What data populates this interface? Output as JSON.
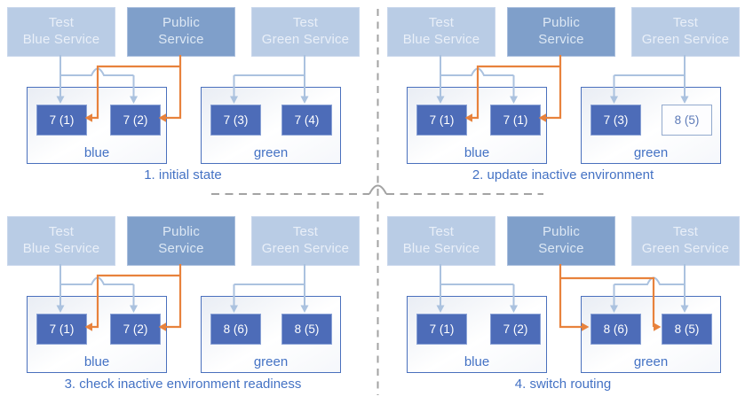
{
  "colors": {
    "test_service_fill": "#b9cce5",
    "test_service_text": "#e9eff8",
    "public_service_fill": "#7f9fca",
    "public_service_text": "#dde8f4",
    "pod_fill": "#4d6cb8",
    "pod_border": "#8aa2d6",
    "pod_text": "#ffffff",
    "ghost_pod_fill": "#fdfdff",
    "ghost_pod_border": "#92a9cd",
    "ghost_pod_text": "#5d7ab8",
    "env_border": "#4a70bd",
    "env_label": "#4472c4",
    "caption": "#4472c4",
    "arrow_light": "#abc2df",
    "arrow_orange": "#e8823c",
    "divider": "#a3a3a3"
  },
  "panels": [
    {
      "caption": "1. initial state",
      "public_service_routes_to": "blue",
      "services": [
        {
          "lines": [
            "Test",
            "Blue Service"
          ],
          "kind": "test"
        },
        {
          "lines": [
            "Public",
            "Service"
          ],
          "kind": "public"
        },
        {
          "lines": [
            "Test",
            "Green Service"
          ],
          "kind": "test"
        }
      ],
      "environments": [
        {
          "name": "blue",
          "pods": [
            {
              "label": "7 (1)",
              "ghost": false
            },
            {
              "label": "7 (2)",
              "ghost": false
            }
          ]
        },
        {
          "name": "green",
          "pods": [
            {
              "label": "7 (3)",
              "ghost": false
            },
            {
              "label": "7 (4)",
              "ghost": false
            }
          ]
        }
      ]
    },
    {
      "caption": "2. update inactive environment",
      "public_service_routes_to": "blue",
      "services": [
        {
          "lines": [
            "Test",
            "Blue Service"
          ],
          "kind": "test"
        },
        {
          "lines": [
            "Public",
            "Service"
          ],
          "kind": "public"
        },
        {
          "lines": [
            "Test",
            "Green Service"
          ],
          "kind": "test"
        }
      ],
      "environments": [
        {
          "name": "blue",
          "pods": [
            {
              "label": "7 (1)",
              "ghost": false
            },
            {
              "label": "7 (1)",
              "ghost": false
            }
          ]
        },
        {
          "name": "green",
          "pods": [
            {
              "label": "7 (3)",
              "ghost": false
            },
            {
              "label": "8 (5)",
              "ghost": true
            }
          ]
        }
      ]
    },
    {
      "caption": "3. check inactive environment readiness",
      "public_service_routes_to": "blue",
      "services": [
        {
          "lines": [
            "Test",
            "Blue Service"
          ],
          "kind": "test"
        },
        {
          "lines": [
            "Public",
            "Service"
          ],
          "kind": "public"
        },
        {
          "lines": [
            "Test",
            "Green Service"
          ],
          "kind": "test"
        }
      ],
      "environments": [
        {
          "name": "blue",
          "pods": [
            {
              "label": "7 (1)",
              "ghost": false
            },
            {
              "label": "7 (2)",
              "ghost": false
            }
          ]
        },
        {
          "name": "green",
          "pods": [
            {
              "label": "8 (6)",
              "ghost": false
            },
            {
              "label": "8 (5)",
              "ghost": false
            }
          ]
        }
      ]
    },
    {
      "caption": "4. switch routing",
      "public_service_routes_to": "green",
      "services": [
        {
          "lines": [
            "Test",
            "Blue Service"
          ],
          "kind": "test"
        },
        {
          "lines": [
            "Public",
            "Service"
          ],
          "kind": "public"
        },
        {
          "lines": [
            "Test",
            "Green Service"
          ],
          "kind": "test"
        }
      ],
      "environments": [
        {
          "name": "blue",
          "pods": [
            {
              "label": "7 (1)",
              "ghost": false
            },
            {
              "label": "7 (2)",
              "ghost": false
            }
          ]
        },
        {
          "name": "green",
          "pods": [
            {
              "label": "8 (6)",
              "ghost": false
            },
            {
              "label": "8 (5)",
              "ghost": false
            }
          ]
        }
      ]
    }
  ]
}
